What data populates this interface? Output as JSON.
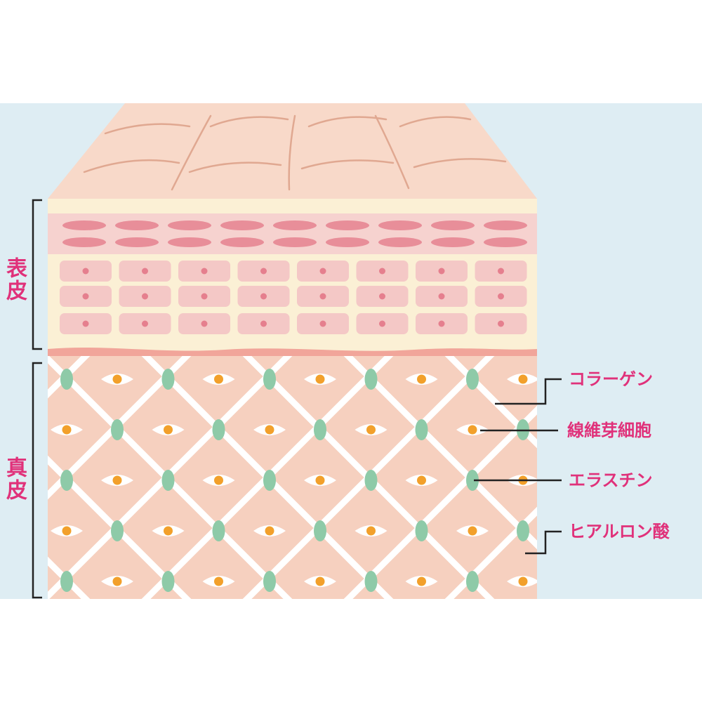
{
  "diagram": {
    "layer_labels": {
      "epidermis": "表皮",
      "dermis": "真皮"
    },
    "callouts": [
      {
        "id": "collagen",
        "label": "コラーゲン"
      },
      {
        "id": "fibroblast",
        "label": "線維芽細胞"
      },
      {
        "id": "elastin",
        "label": "エラスチン"
      },
      {
        "id": "hyaluronic",
        "label": "ヒアルロン酸"
      }
    ],
    "colors": {
      "backdrop": "#deedf3",
      "surface": "#f8d9c9",
      "epidermis_base": "#fbf0d5",
      "cell_band": "#f6d2cf",
      "flat_cell": "#e88e99",
      "round_cell": "#f4c8c6",
      "nucleus": "#e57f8e",
      "basement": "#f1a59a",
      "dermis": "#f6d0bf",
      "collagen": "#ffffff",
      "elastin": "#8ecaa8",
      "fibroblast_nucleus": "#f2a02b",
      "label": "#e0317a",
      "line": "#222222"
    }
  }
}
